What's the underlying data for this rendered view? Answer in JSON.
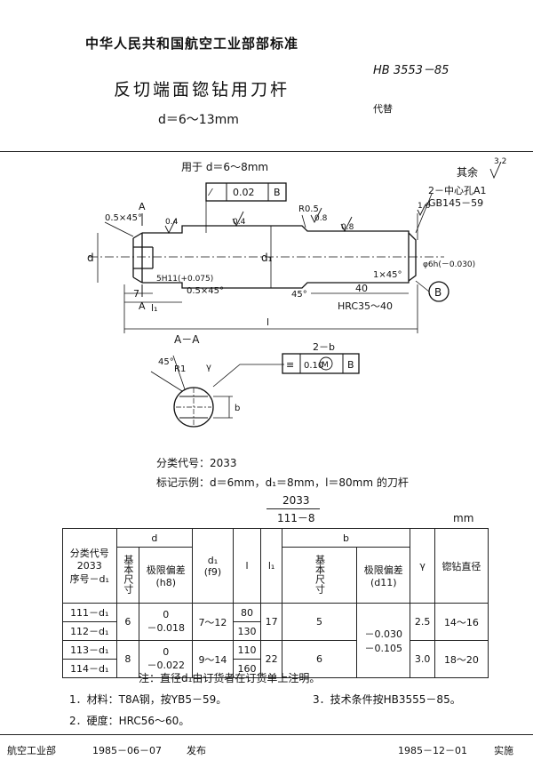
{
  "header": {
    "standard_body": "中华人民共和国航空工业部部标准",
    "code": "HB 3553－85",
    "title": "反切端面锪钻用刀杆",
    "subtitle": "d＝6～13mm",
    "replaces": "代替"
  },
  "drawing": {
    "usage": "用于  d＝6～8mm",
    "roughness_rest": "其余",
    "roughness_rest_value": "3.2",
    "center_hole_1": "2－中心孔A1",
    "center_hole_2": "GB145－59",
    "tolerance_frame_symbol": "⁄",
    "tolerance_frame_value": "0.02",
    "tolerance_frame_datum": "B",
    "chamfer_left": "0.5×45°",
    "r_label": "R0.5",
    "rough_04a": "0.4",
    "rough_04b": "0.4",
    "rough_08a": "0.8",
    "rough_08b": "0.8",
    "rough_16": "1.6",
    "section_a": "A",
    "section_a2": "A",
    "d_label": "d",
    "d1_label": "d₁",
    "shank_tol": "φ6h(－0.030)",
    "slot_label": "5H11(+0.075)",
    "chamfer_mid": "0.5×45°",
    "chamfer_right": "1×45°",
    "angle_45": "45°",
    "len_40": "40",
    "len_7": "7",
    "len_l1": "l₁",
    "len_l": "l",
    "hrc": "HRC35～40",
    "datum_b": "B",
    "section_title": "A－A",
    "section_45": "45°",
    "section_r1": "R1",
    "section_gamma": "γ",
    "section_b": "b",
    "sym_top": "2－b",
    "sym_symbol": "≡",
    "sym_value": "0.10",
    "sym_m": "M",
    "sym_datum": "B"
  },
  "classification": "分类代号：2033",
  "example": "标记示例：d＝6mm，d₁＝8mm，l＝80mm 的刀杆",
  "marking": {
    "top": "2033",
    "bottom": "111－8",
    "unit": "mm"
  },
  "table": {
    "h_class": "分类代号",
    "h_class_code": "2033",
    "h_seq": "序号－d₁",
    "h_d": "d",
    "h_basic": "基本尺寸",
    "h_limit": "极限偏差",
    "h_h8": "(h8)",
    "h_d1": "d₁",
    "h_f9": "(f9)",
    "h_l": "l",
    "h_l1": "l₁",
    "h_b": "b",
    "h_basic_b": "基本尺寸",
    "h_limit_b": "极限偏差",
    "h_d11": "(d11)",
    "h_gamma": "γ",
    "h_drill": "锪钻直径",
    "rows": [
      {
        "seq": "111－d₁",
        "d": "6",
        "d_tol_up": "0",
        "d_tol_low": "－0.018",
        "d1": "7～12",
        "l": "80",
        "l1": "17",
        "b": "5",
        "b_tol": "－0.030",
        "gamma": "2.5",
        "drill": "14～16"
      },
      {
        "seq": "112－d₁",
        "l": "130"
      },
      {
        "seq": "113－d₁",
        "d": "8",
        "d_tol_up": "0",
        "d_tol_low": "－0.022",
        "d1": "9～14",
        "l": "110",
        "l1": "22",
        "b": "6",
        "b_tol": "－0.105",
        "gamma": "3.0",
        "drill": "18～20"
      },
      {
        "seq": "114－d₁",
        "l": "160"
      }
    ]
  },
  "notes": {
    "note0": "注：直径d₁由订货者在订货单上注明。",
    "note1": "1．材料：T8A钢，按YB5－59。",
    "note2": "2．硬度：HRC56～60。",
    "note3": "3．技术条件按HB3555－85。"
  },
  "footer": {
    "issuer": "航空工业部",
    "date_issue": "1985－06－07",
    "issue": "发布",
    "date_impl": "1985－12－01",
    "impl": "实施"
  }
}
